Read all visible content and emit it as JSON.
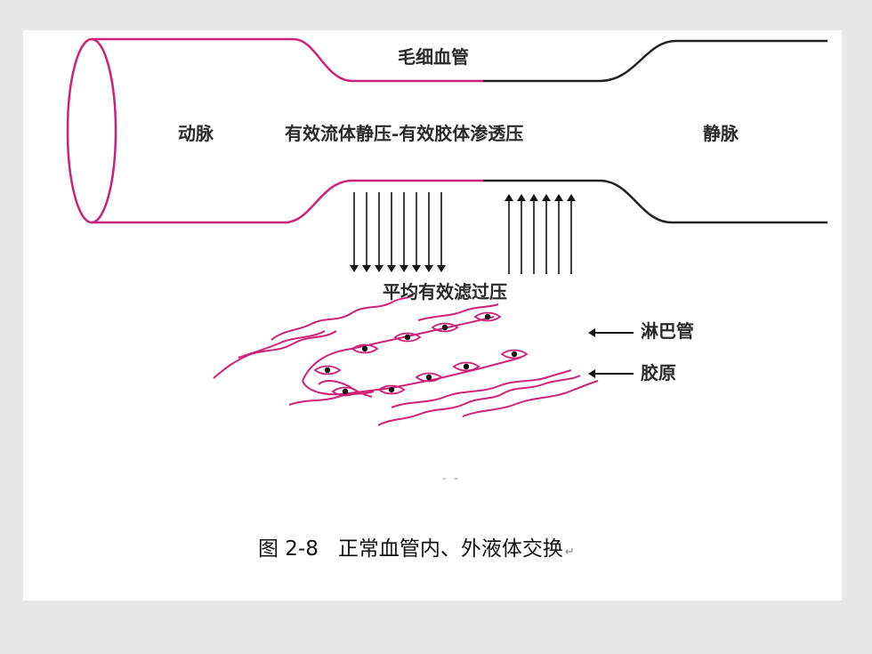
{
  "labels": {
    "capillary": "毛细血管",
    "artery": "动脉",
    "pressure_formula": "有效流体静压-有效胶体渗透压",
    "vein": "静脉",
    "filtration": "平均有效滤过压",
    "lymph": "淋巴管",
    "collagen": "胶原"
  },
  "caption": {
    "number": "图 2-8",
    "text": "正常血管内、外液体交换",
    "return_mark": "↵"
  },
  "faint_mark": "--",
  "colors": {
    "artery": "#cc2277",
    "vein": "#222222",
    "fiber": "#cc2277",
    "arrow": "#111111",
    "page_bg": "#e8e8e8",
    "sheet_bg": "#ffffff"
  },
  "arrows": {
    "down_count": 8,
    "up_count": 6
  }
}
